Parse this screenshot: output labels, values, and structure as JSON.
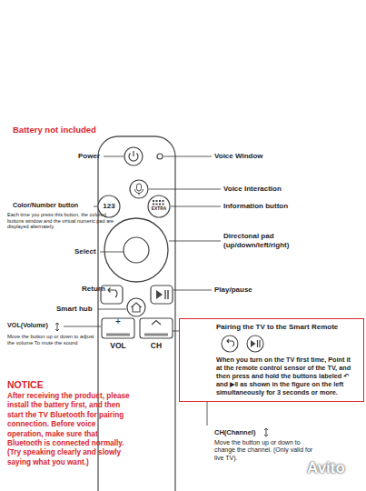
{
  "diagram": {
    "nodes": [
      {
        "text": [
          "Pairing the TV to the Smart Remote",
          "When you turn on the TV first time, Point it at the remote control sensor of the TV, and then press and hold the buttons labeled ↶ and ▶‖ as shown in the figure on the left simultaneously for 3 seconds or more."
        ]
      }
    ],
    "labels": [
      "Battery not included",
      "Power",
      "Voice Window",
      "Voice Interaction",
      "Color/Number button",
      "Each time you press this button, the colored buttons window and the virtual numeric pad are displayed alternately.",
      "123",
      "EXTRA",
      "Information button",
      "Select",
      "Directonal pad (up/down/left/right)",
      "Return",
      "Play/pause",
      "Smart hub",
      "VOL(Volume)",
      "Move the button up or down to adjust the volume To mute the sound",
      "+",
      "VOL",
      "CH",
      "NOTICE",
      "After receiving the product, please install the battery first, and then start the TV Bluetooth for pairing connection. Before voice operation, make sure that Bluetooth is connected normally. (Try speaking clearly and slowly saying what you want.)",
      "CH(Channel)",
      "Move the button up or down to change the channel. (Only valid for live TV).",
      "Avito"
    ]
  }
}
